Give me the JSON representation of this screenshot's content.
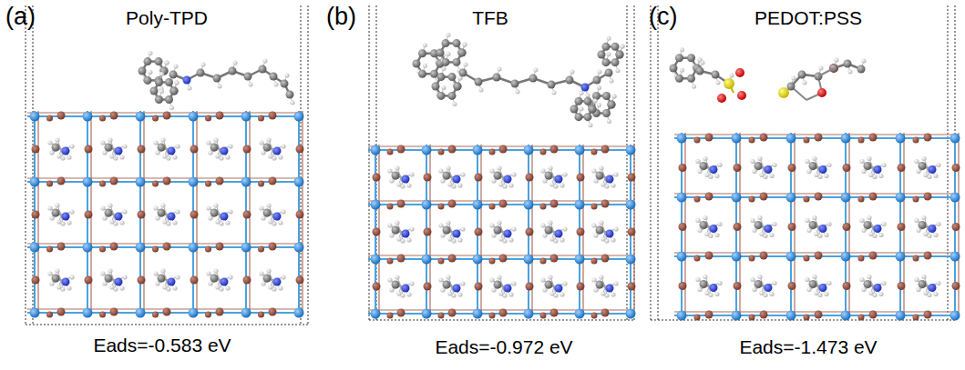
{
  "diagram": {
    "labels": [
      "(a)",
      "Poly-TPD",
      "(b)",
      "TFB",
      "(c)",
      "PEDOT:PSS",
      "Eads=-0.583 eV",
      "Eads=-0.972 eV",
      "Eads=-1.473 eV"
    ]
  }
}
